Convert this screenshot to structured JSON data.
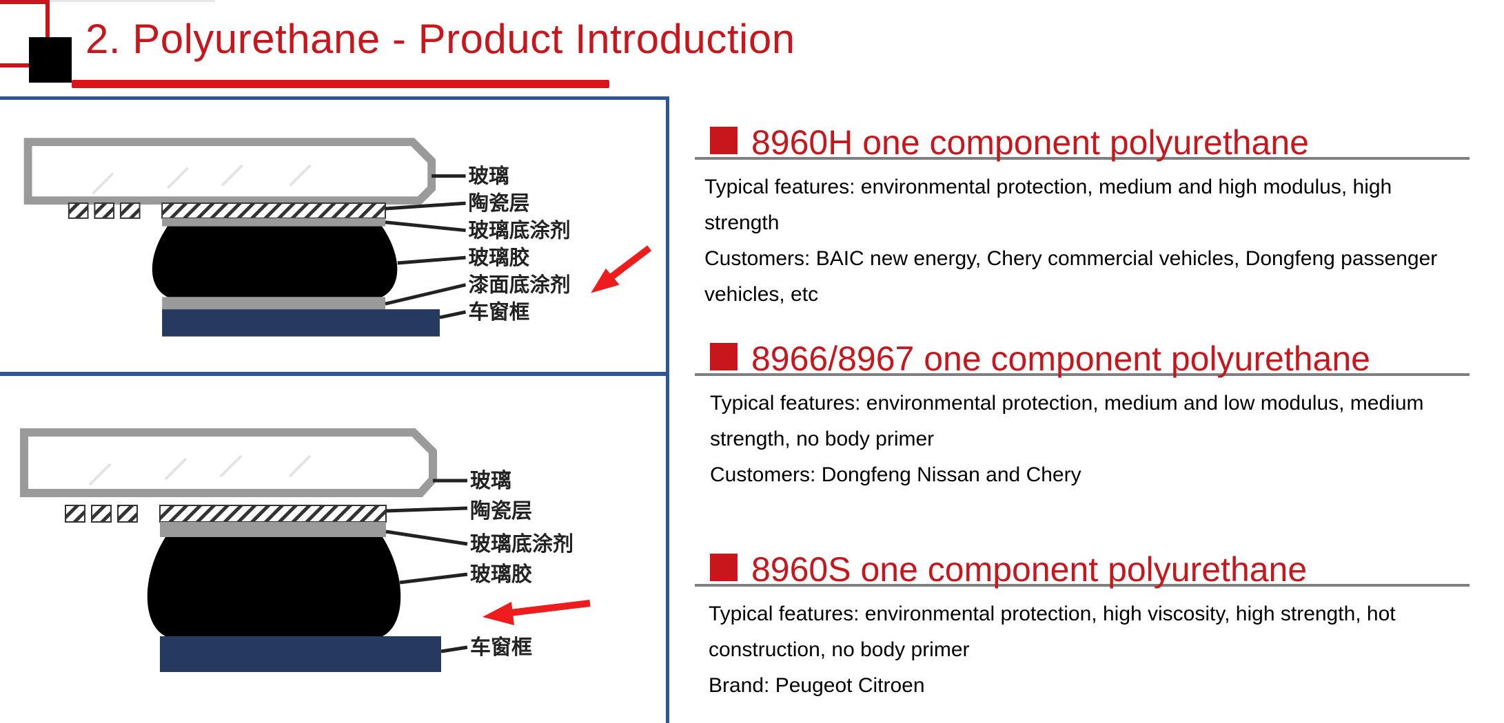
{
  "header": {
    "title": "2. Polyurethane - Product Introduction"
  },
  "diagram_top": {
    "labels": [
      "玻璃",
      "陶瓷层",
      "玻璃底涂剂",
      "玻璃胶",
      "漆面底涂剂",
      "车窗框"
    ]
  },
  "diagram_bottom": {
    "labels": [
      "玻璃",
      "陶瓷层",
      "玻璃底涂剂",
      "玻璃胶",
      "车窗框"
    ]
  },
  "colors": {
    "accent_red": "#c8161d",
    "panel_border": "#2d5597",
    "frame_navy": "#253a5e",
    "glass_grey": "#9a9a9a"
  },
  "products": [
    {
      "title": "8960H one component polyurethane",
      "features": "Typical features: environmental protection, medium and high modulus, high strength",
      "customers": "Customers: BAIC new energy, Chery commercial vehicles, Dongfeng passenger vehicles, etc"
    },
    {
      "title": "8966/8967 one component polyurethane",
      "features": "Typical features: environmental protection, medium and low modulus, medium strength, no body primer",
      "customers": "Customers: Dongfeng Nissan and Chery"
    },
    {
      "title": "8960S one component polyurethane",
      "features": "Typical features: environmental protection, high viscosity, high strength, hot construction, no body primer",
      "customers": "Brand: Peugeot Citroen"
    }
  ]
}
